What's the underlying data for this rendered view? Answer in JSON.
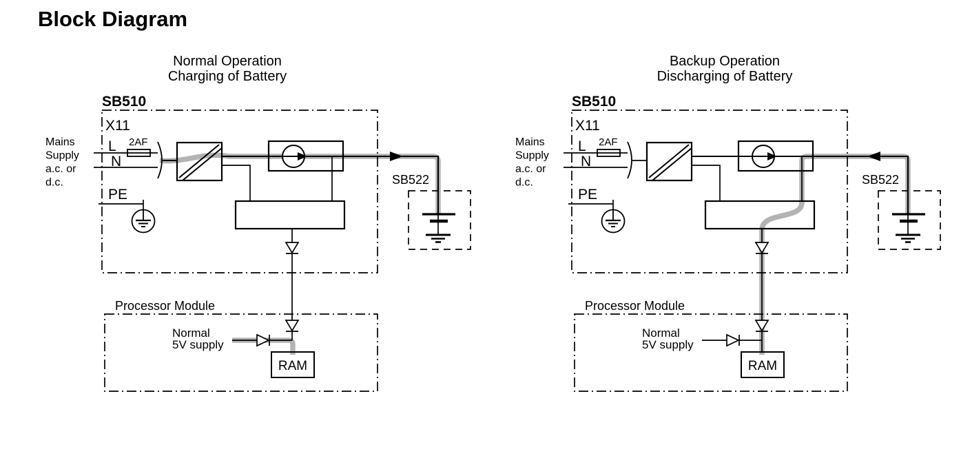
{
  "page": {
    "title": "Block Diagram"
  },
  "colors": {
    "highlight": "#b3b3b3",
    "ink": "#000000",
    "background": "#ffffff"
  },
  "diagrams": [
    {
      "title_line1": "Normal Operation",
      "title_line2": "Charging of Battery",
      "module": "SB510",
      "connector": "X11",
      "mains": [
        "Mains",
        "Supply",
        "a.c. or",
        "d.c."
      ],
      "phase": "L",
      "neutral": "N",
      "fuse": "2AF",
      "earth": "PE",
      "battery_module": "SB522",
      "processor": "Processor Module",
      "supply_line1": "Normal",
      "supply_line2": "5V supply",
      "ram": "RAM"
    },
    {
      "title_line1": "Backup Operation",
      "title_line2": "Discharging of Battery",
      "module": "SB510",
      "connector": "X11",
      "mains": [
        "Mains",
        "Supply",
        "a.c. or",
        "d.c."
      ],
      "phase": "L",
      "neutral": "N",
      "fuse": "2AF",
      "earth": "PE",
      "battery_module": "SB522",
      "processor": "Processor Module",
      "supply_line1": "Normal",
      "supply_line2": "5V supply",
      "ram": "RAM"
    }
  ]
}
